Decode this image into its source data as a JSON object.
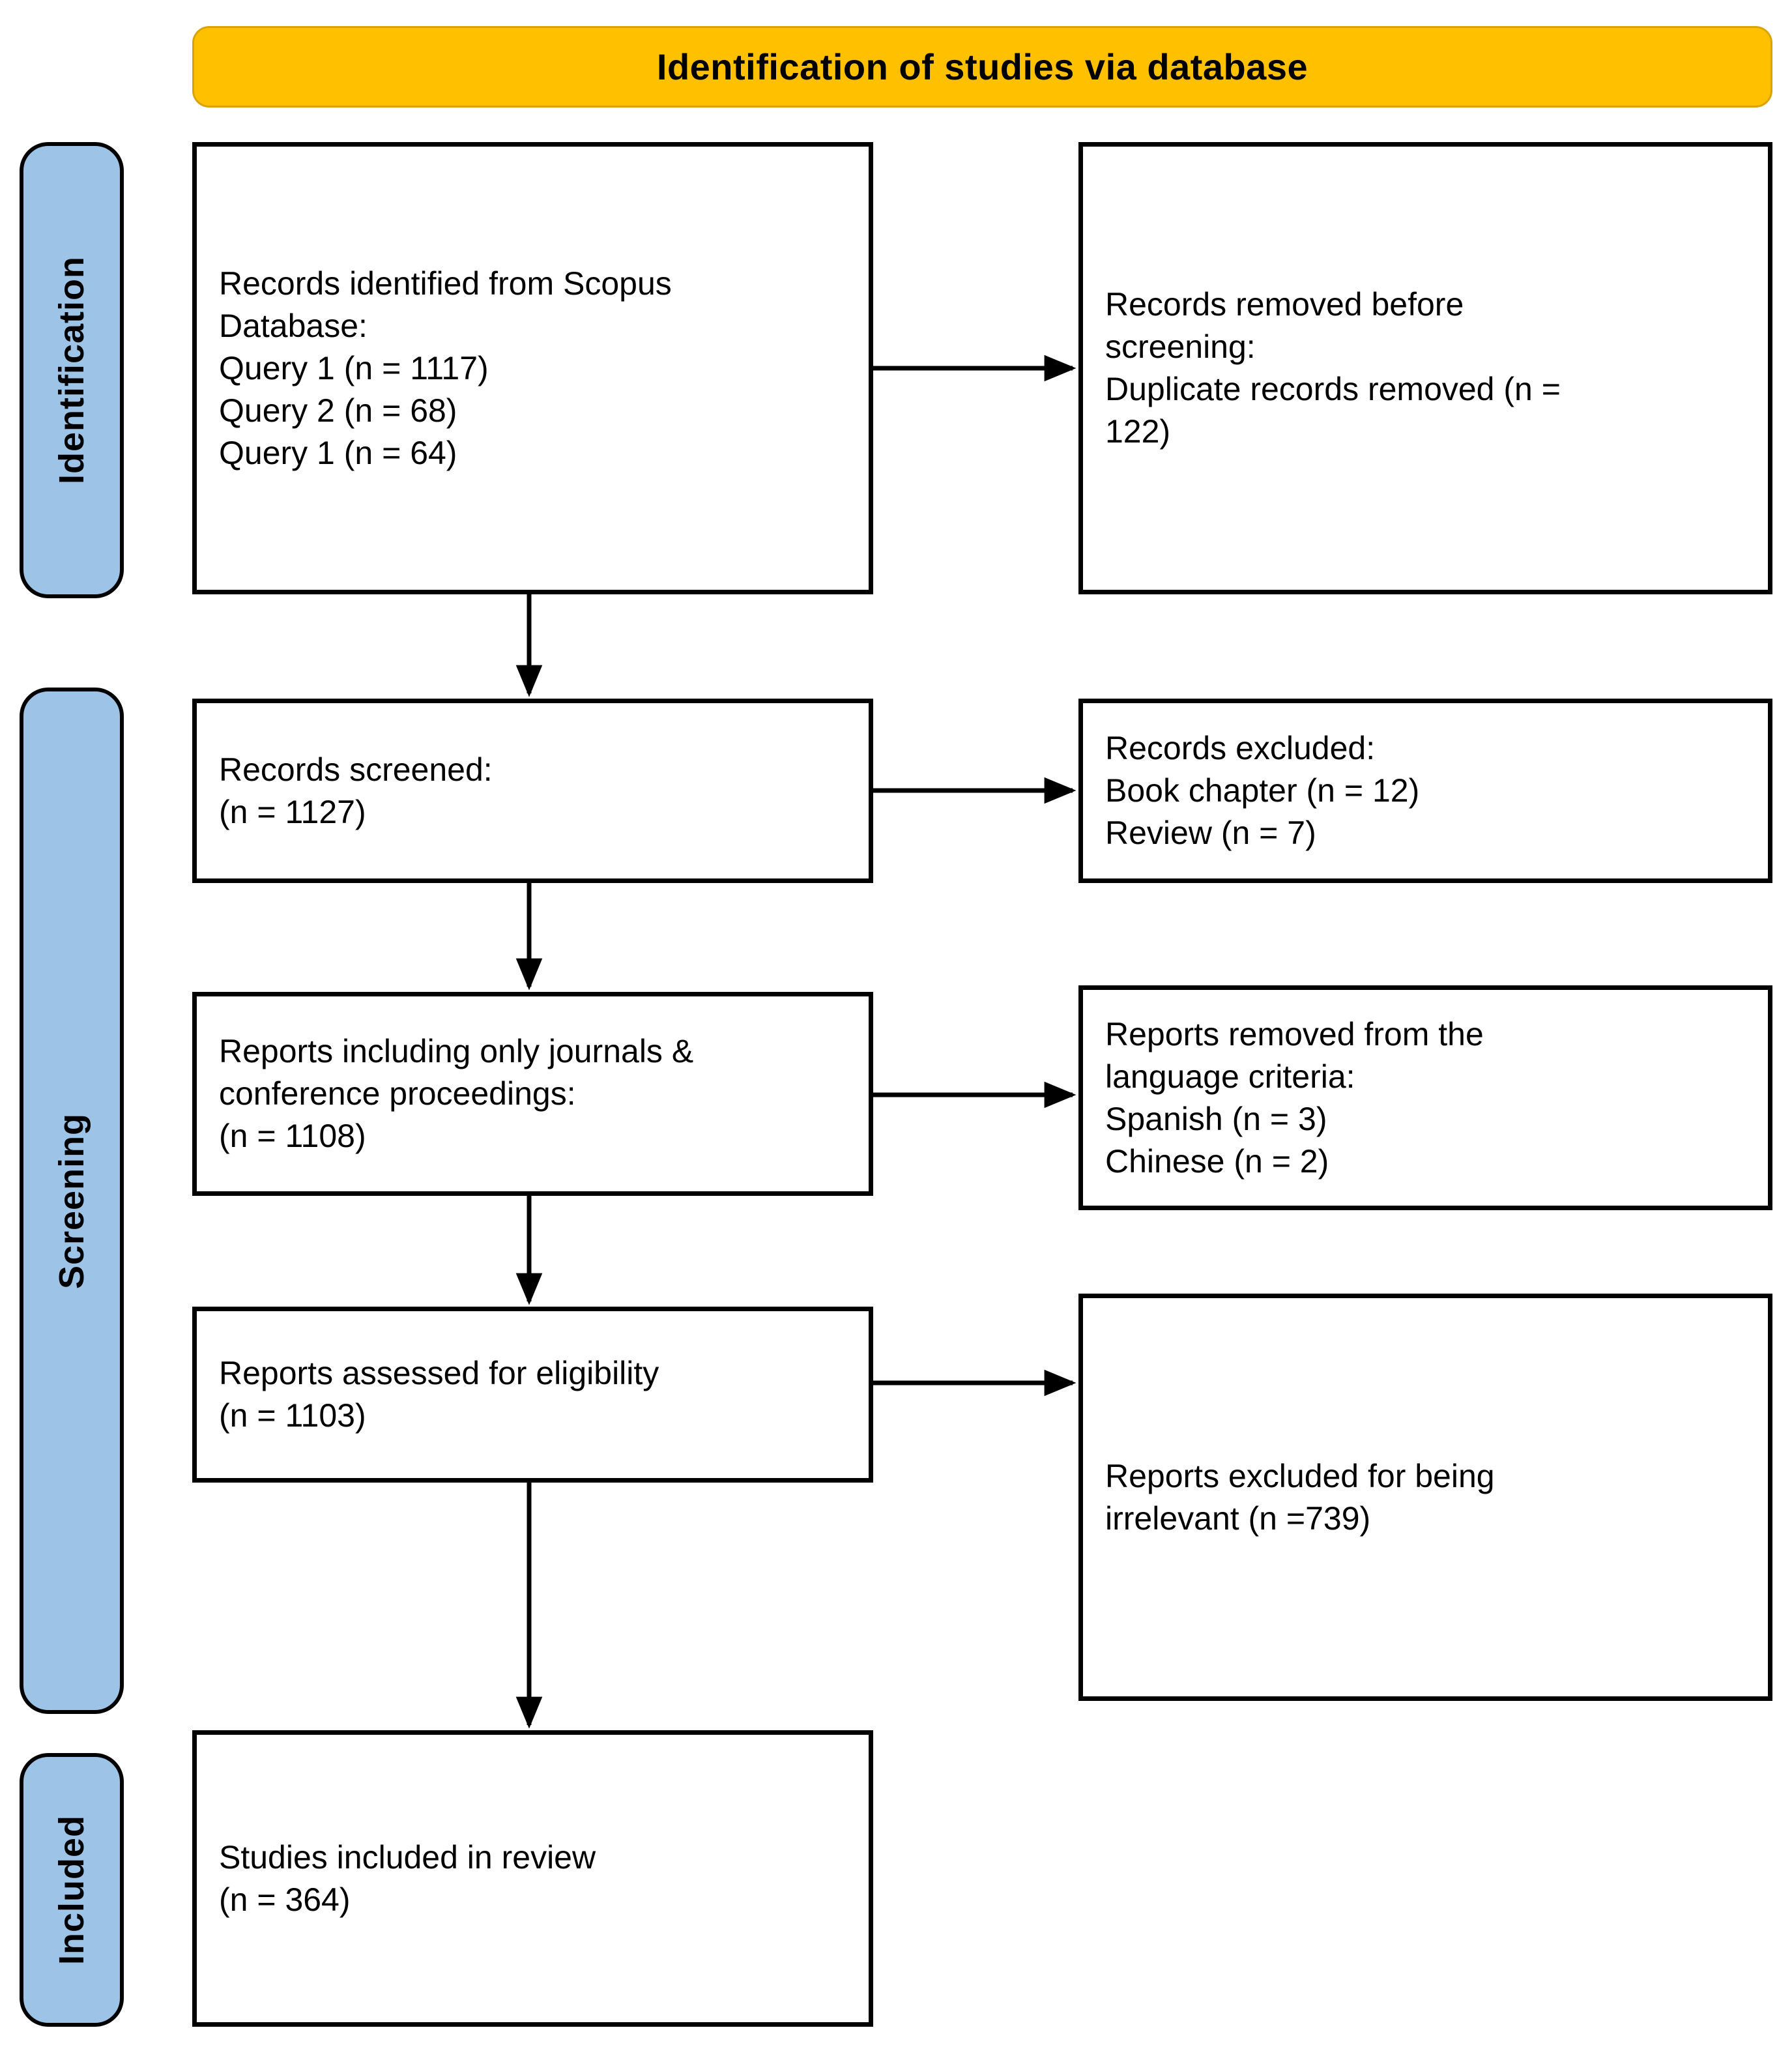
{
  "banner": {
    "title": "Identification of studies via database",
    "bg_color": "#FFC000"
  },
  "stages": [
    {
      "id": "identification",
      "label": "Identification",
      "bg_color": "#9DC3E6"
    },
    {
      "id": "screening",
      "label": "Screening",
      "bg_color": "#9DC3E6"
    },
    {
      "id": "included",
      "label": "Included",
      "bg_color": "#9DC3E6"
    }
  ],
  "boxes": {
    "identified": {
      "text": "Records identified from Scopus\nDatabase:\nQuery 1 (n = 1117)\nQuery 2 (n = 68)\nQuery 1 (n = 64)"
    },
    "duplicates": {
      "text": "Records removed before\nscreening:\nDuplicate records removed (n =\n122)"
    },
    "screened": {
      "text": "Records screened:\n(n = 1127)"
    },
    "excluded": {
      "text": "Records excluded:\nBook chapter  (n = 12)\nReview (n = 7)"
    },
    "journals": {
      "text": "Reports including  only journals &\nconference proceedings:\n(n = 1108)"
    },
    "language": {
      "text": "Reports removed from the\nlanguage  criteria:\nSpanish (n = 3)\nChinese (n = 2)"
    },
    "eligibility": {
      "text": "Reports assessed  for eligibility\n(n = 1103)"
    },
    "irrelevant": {
      "text": "Reports excluded for being\nirrelevant (n =739)"
    },
    "included": {
      "text": "Studies included in review\n(n = 364)"
    }
  },
  "chart_data": {
    "type": "diagram",
    "title": "Identification of studies via database",
    "nodes": [
      {
        "id": "identified",
        "stage": "Identification",
        "column": "left",
        "label": "Records identified from Scopus Database",
        "items": [
          {
            "label": "Query 1",
            "n": 1117
          },
          {
            "label": "Query 2",
            "n": 68
          },
          {
            "label": "Query 1",
            "n": 64
          }
        ]
      },
      {
        "id": "duplicates",
        "stage": "Identification",
        "column": "right",
        "label": "Records removed before screening",
        "items": [
          {
            "label": "Duplicate records removed",
            "n": 122
          }
        ]
      },
      {
        "id": "screened",
        "stage": "Screening",
        "column": "left",
        "label": "Records screened",
        "n": 1127
      },
      {
        "id": "excluded",
        "stage": "Screening",
        "column": "right",
        "label": "Records excluded",
        "items": [
          {
            "label": "Book chapter",
            "n": 12
          },
          {
            "label": "Review",
            "n": 7
          }
        ]
      },
      {
        "id": "journals",
        "stage": "Screening",
        "column": "left",
        "label": "Reports including only journals & conference proceedings",
        "n": 1108
      },
      {
        "id": "language",
        "stage": "Screening",
        "column": "right",
        "label": "Reports removed from the language criteria",
        "items": [
          {
            "label": "Spanish",
            "n": 3
          },
          {
            "label": "Chinese",
            "n": 2
          }
        ]
      },
      {
        "id": "eligibility",
        "stage": "Screening",
        "column": "left",
        "label": "Reports assessed for eligibility",
        "n": 1103
      },
      {
        "id": "irrelevant",
        "stage": "Screening",
        "column": "right",
        "label": "Reports excluded for being irrelevant",
        "n": 739
      },
      {
        "id": "included",
        "stage": "Included",
        "column": "left",
        "label": "Studies included in review",
        "n": 364
      }
    ],
    "edges": [
      {
        "from": "identified",
        "to": "duplicates",
        "direction": "right"
      },
      {
        "from": "identified",
        "to": "screened",
        "direction": "down"
      },
      {
        "from": "screened",
        "to": "excluded",
        "direction": "right"
      },
      {
        "from": "screened",
        "to": "journals",
        "direction": "down"
      },
      {
        "from": "journals",
        "to": "language",
        "direction": "right"
      },
      {
        "from": "journals",
        "to": "eligibility",
        "direction": "down"
      },
      {
        "from": "eligibility",
        "to": "irrelevant",
        "direction": "right"
      },
      {
        "from": "eligibility",
        "to": "included",
        "direction": "down"
      }
    ]
  }
}
